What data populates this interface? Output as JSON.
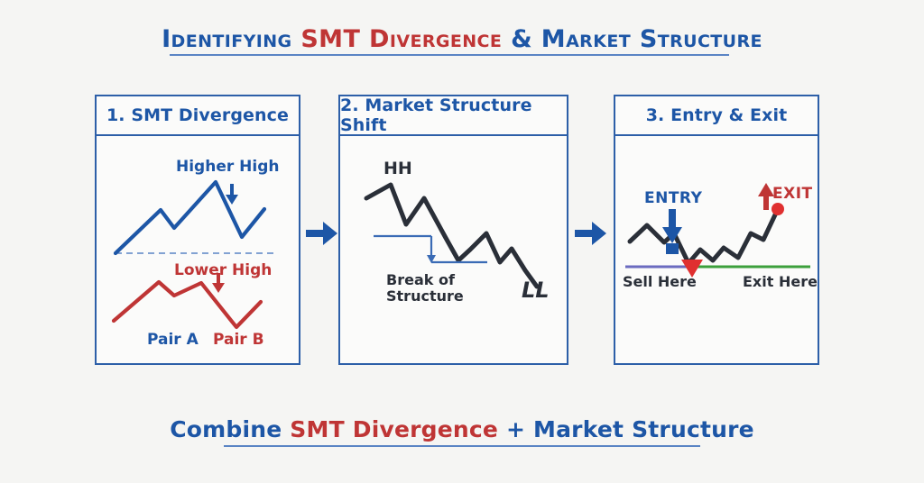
{
  "page": {
    "background_color": "#f5f5f3",
    "accent_blue": "#1d56a6",
    "accent_red": "#bf3535",
    "dark_ink": "#2a2f38",
    "green": "#3ca03c",
    "purple": "#6b6bc0"
  },
  "title": {
    "part1": "Identifying ",
    "part2": "SMT Divergence",
    "part3": " & Market Structure"
  },
  "caption": {
    "part1": "Combine ",
    "part2": "SMT Divergence",
    "part3": " + Market Structure"
  },
  "panels": [
    {
      "number": "1.",
      "title": "1. SMT Divergence",
      "labels": {
        "higher_high": "Higher High",
        "lower_high": "Lower High",
        "pair_a": "Pair A",
        "pair_b": "Pair B"
      }
    },
    {
      "number": "2.",
      "title": "2. Market Structure Shift",
      "labels": {
        "hh": "HH",
        "ll": "LL",
        "break_of_structure_line1": "Break of",
        "break_of_structure_line2": "Structure"
      }
    },
    {
      "number": "3.",
      "title": "3. Entry & Exit",
      "labels": {
        "entry": "ENTRY",
        "exit": "EXIT",
        "sell_here": "Sell Here",
        "exit_here": "Exit Here"
      }
    }
  ],
  "connectors": [
    {
      "name": "arrow-panel1-to-panel2"
    },
    {
      "name": "arrow-panel2-to-panel3"
    }
  ],
  "chart_data": {
    "type": "line",
    "title": "Identifying SMT Divergence & Market Structure",
    "series": [
      {
        "name": "Pair A (higher high)",
        "panel": 1,
        "color": "#1d56a6",
        "points": [
          [
            128,
            281
          ],
          [
            178,
            233
          ],
          [
            193,
            253
          ],
          [
            239,
            202
          ],
          [
            268,
            263
          ],
          [
            293,
            232
          ]
        ]
      },
      {
        "name": "Pair B (lower high)",
        "panel": 1,
        "color": "#bf3535",
        "points": [
          [
            126,
            356
          ],
          [
            176,
            313
          ],
          [
            193,
            328
          ],
          [
            223,
            314
          ],
          [
            262,
            363
          ],
          [
            289,
            335
          ]
        ]
      },
      {
        "name": "Market structure downtrend",
        "panel": 2,
        "color": "#2a2f38",
        "points": [
          [
            406,
            219
          ],
          [
            434,
            206
          ],
          [
            448,
            245
          ],
          [
            468,
            246
          ],
          [
            470,
            222
          ],
          [
            467,
            217
          ],
          [
            469,
            220
          ],
          [
            470,
            222
          ],
          [
            472,
            224
          ],
          [
            472,
            224
          ],
          [
            472,
            224
          ],
          [
            472,
            224
          ]
        ]
      },
      {
        "name": "Market structure downtrend path",
        "panel": 2,
        "color": "#2a2f38",
        "points": [
          [
            406,
            219
          ],
          [
            433,
            205
          ],
          [
            450,
            248
          ],
          [
            470,
            220
          ],
          [
            494,
            263
          ],
          [
            508,
            288
          ],
          [
            520,
            277
          ],
          [
            538,
            260
          ],
          [
            553,
            290
          ],
          [
            566,
            276
          ],
          [
            581,
            299
          ],
          [
            594,
            317
          ]
        ]
      },
      {
        "name": "Entry and exit price path",
        "panel": 3,
        "color": "#2a2f38",
        "points": [
          [
            698,
            267
          ],
          [
            717,
            250
          ],
          [
            735,
            268
          ],
          [
            747,
            259
          ],
          [
            763,
            291
          ],
          [
            775,
            277
          ],
          [
            790,
            288
          ],
          [
            801,
            275
          ],
          [
            818,
            285
          ],
          [
            831,
            259
          ],
          [
            845,
            265
          ],
          [
            862,
            232
          ]
        ]
      }
    ],
    "markers": [
      {
        "name": "higher-high-arrow",
        "panel": 1,
        "x": 257,
        "y": 215,
        "direction": "down",
        "color": "#1d56a6"
      },
      {
        "name": "lower-high-arrow",
        "panel": 1,
        "x": 242,
        "y": 313,
        "direction": "down",
        "color": "#bf3535"
      },
      {
        "name": "entry-arrow",
        "panel": 3,
        "x": 745,
        "y": 238,
        "direction": "down",
        "color": "#1d56a6"
      },
      {
        "name": "exit-arrow",
        "panel": 3,
        "x": 849,
        "y": 213,
        "direction": "up",
        "color": "#bf3535"
      },
      {
        "name": "exit-dot",
        "panel": 3,
        "x": 862,
        "y": 232,
        "color": "#e03030"
      },
      {
        "name": "sell-triangle",
        "panel": 3,
        "x": 766,
        "y": 296,
        "direction": "down",
        "color": "#e03030"
      },
      {
        "name": "break-of-structure-arrow",
        "panel": 2,
        "x": 477,
        "y": 290,
        "direction": "down",
        "color": "#3a6bb5"
      }
    ],
    "reference_lines": [
      {
        "name": "pair-a-baseline",
        "panel": 1,
        "y": 281,
        "x1": 128,
        "x2": 305,
        "style": "dashed",
        "color": "#5a84c4"
      },
      {
        "name": "bos-upper-line",
        "panel": 2,
        "y": 262,
        "x1": 414,
        "x2": 477,
        "style": "solid",
        "color": "#3a6bb5"
      },
      {
        "name": "bos-lower-line",
        "panel": 2,
        "y": 290,
        "x1": 477,
        "x2": 538,
        "style": "solid",
        "color": "#3a6bb5"
      },
      {
        "name": "sell-line-purple",
        "panel": 3,
        "y": 296,
        "x1": 693,
        "x2": 766,
        "style": "solid",
        "color": "#6b6bc0"
      },
      {
        "name": "exit-line-green",
        "panel": 3,
        "y": 296,
        "x1": 766,
        "x2": 898,
        "style": "solid",
        "color": "#3ca03c"
      }
    ],
    "xlabel": "",
    "ylabel": "",
    "grid": false,
    "legend": "none"
  }
}
